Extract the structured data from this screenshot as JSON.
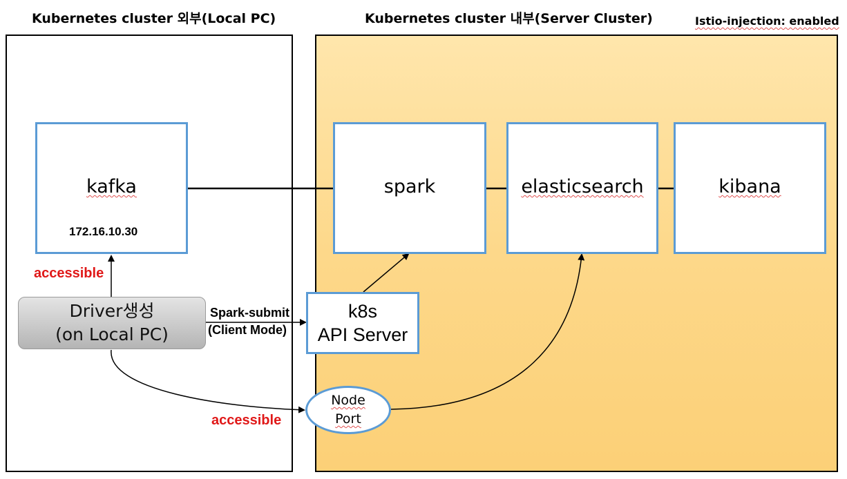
{
  "titles": {
    "outside": "Kubernetes cluster 외부(Local PC)",
    "inside": "Kubernetes cluster  내부(Server Cluster)",
    "istio": "Istio-injection: enabled"
  },
  "nodes": {
    "kafka": {
      "label": "kafka",
      "ip": "172.16.10.30"
    },
    "spark": {
      "label": "spark"
    },
    "elasticsearch": {
      "label": "elasticsearch"
    },
    "kibana": {
      "label": "kibana"
    },
    "driver": {
      "line1": "Driver생성",
      "line2": "(on Local PC)"
    },
    "api_server": {
      "line1": "k8s",
      "line2": "API Server"
    },
    "nodeport": {
      "line1": "Node",
      "line2": "Port"
    }
  },
  "edges": {
    "spark_submit": {
      "line1": "Spark-submit",
      "line2": "(Client Mode)"
    },
    "accessible_kafka": "accessible",
    "accessible_nodeport": "accessible"
  },
  "colors": {
    "node_border": "#5b9bd5",
    "cluster_fill": "#fdd88a",
    "driver_fill": "#c8c8c8",
    "accessible_text": "#e01818"
  }
}
